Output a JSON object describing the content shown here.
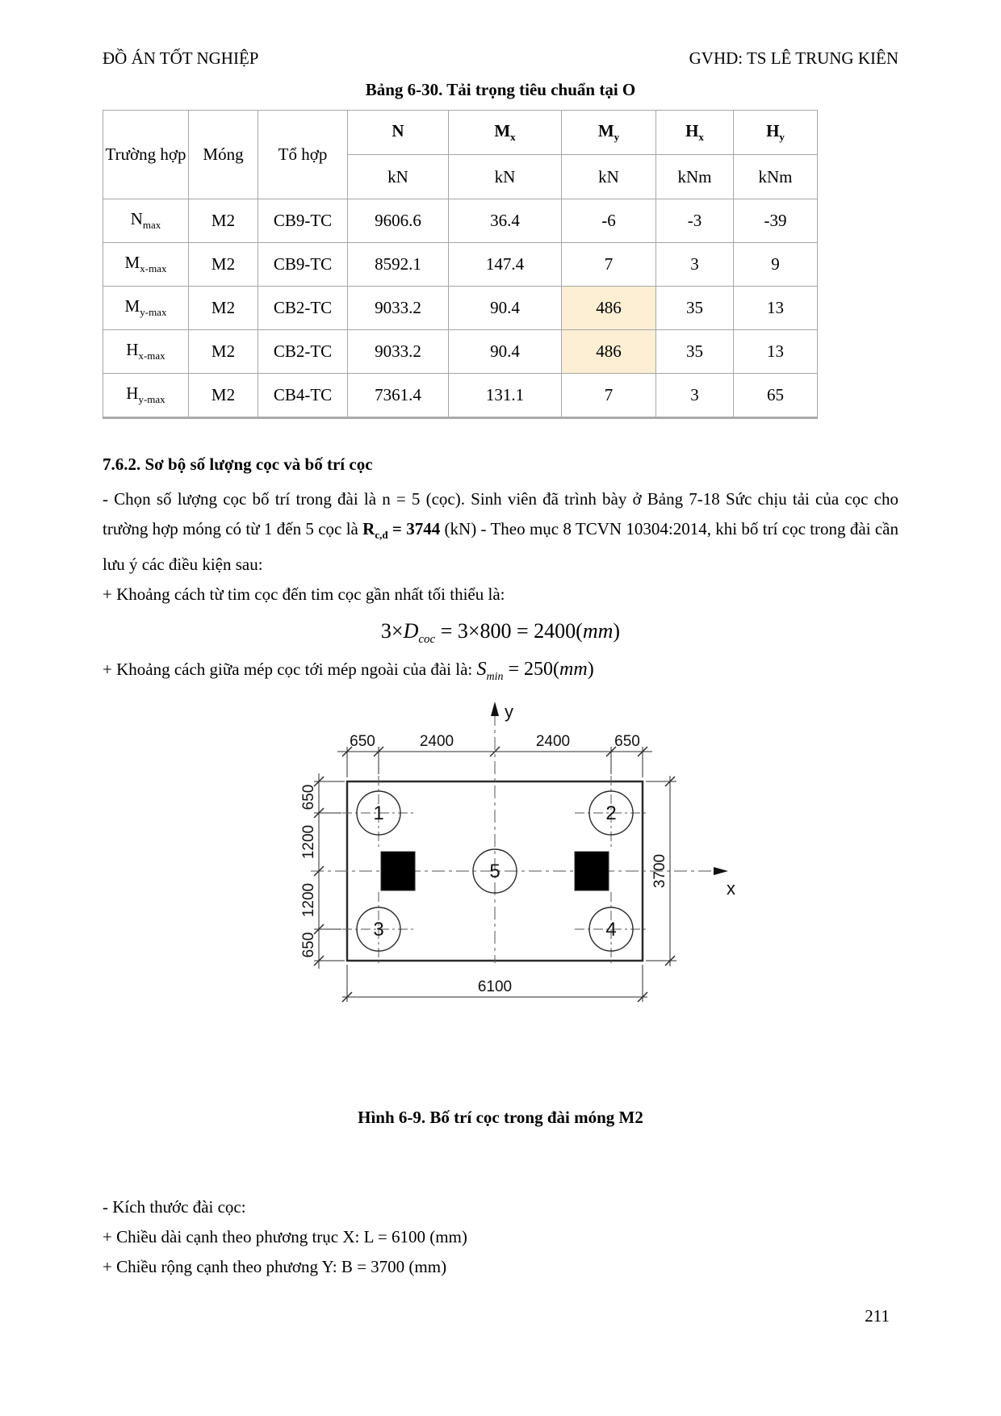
{
  "page": {
    "header_left": "ĐỒ ÁN TỐT NGHIỆP",
    "header_right": "GVHD: TS LÊ TRUNG KIÊN",
    "page_number": "211"
  },
  "table": {
    "title": "Bảng 6-30. Tải trọng tiêu chuẩn tại O",
    "headers": {
      "truong_hop": "Trường hợp",
      "mong": "Móng",
      "to_hop": "Tổ hợp",
      "cols": [
        {
          "main": "N",
          "sub": ""
        },
        {
          "main": "M",
          "sub": "x"
        },
        {
          "main": "M",
          "sub": "y"
        },
        {
          "main": "H",
          "sub": "x"
        },
        {
          "main": "H",
          "sub": "y"
        }
      ],
      "units": [
        "kN",
        "kN",
        "kN",
        "kNm",
        "kNm"
      ]
    },
    "rows": [
      {
        "label": {
          "main": "N",
          "sub": "max"
        },
        "mong": "M2",
        "tohop": "CB9-TC",
        "values": [
          "9606.6",
          "36.4",
          "-6",
          "-3",
          "-39"
        ]
      },
      {
        "label": {
          "main": "M",
          "sub": "x-max"
        },
        "mong": "M2",
        "tohop": "CB9-TC",
        "values": [
          "8592.1",
          "147.4",
          "7",
          "3",
          "9"
        ]
      },
      {
        "label": {
          "main": "M",
          "sub": "y-max"
        },
        "mong": "M2",
        "tohop": "CB2-TC",
        "values": [
          "9033.2",
          "90.4",
          "486",
          "35",
          "13"
        ]
      },
      {
        "label": {
          "main": "H",
          "sub": "x-max"
        },
        "mong": "M2",
        "tohop": "CB2-TC",
        "values": [
          "9033.2",
          "90.4",
          "486",
          "35",
          "13"
        ]
      },
      {
        "label": {
          "main": "H",
          "sub": "y-max"
        },
        "mong": "M2",
        "tohop": "CB4-TC",
        "values": [
          "7361.4",
          "131.1",
          "7",
          "3",
          "65"
        ]
      }
    ],
    "highlight_color": "#fcefd4"
  },
  "section": {
    "heading": "7.6.2. Sơ bộ số lượng cọc và bố trí cọc",
    "p1_a": "- Chọn số lượng cọc bố trí trong đài là n = 5 (cọc). Sinh viên đã trình bày ở Bảng 7-18 Sức chịu tải của cọc cho trường hợp móng có từ 1 đến 5 cọc là ",
    "p1_R": "R",
    "p1_R_sub": "c,đ",
    "p1_R_val": " = 3744 ",
    "p1_b": "(kN) - Theo mục 8 TCVN 10304:2014, khi bố trí cọc trong đài cần lưu ý các điều kiện sau:",
    "p2": "+ Khoảng cách từ tim cọc đến tim cọc gần nhất tối thiểu là:",
    "formula1": {
      "lead": "3×",
      "D": "D",
      "Dsub": "coc",
      "mid": " = 3×800 = 2400(",
      "mm": "mm",
      "close": ")"
    },
    "p3": "+ Khoảng cách giữa mép cọc tới mép ngoài của đài là: ",
    "formula2": {
      "S": "S",
      "Ssub": "min",
      "mid": " = 250(",
      "mm": "mm",
      "close": ")"
    }
  },
  "figure": {
    "caption": "Hình 6-9. Bố trí cọc trong đài móng M2",
    "axis_x": "x",
    "axis_y": "y",
    "dims_top": [
      "650",
      "2400",
      "2400",
      "650"
    ],
    "dims_left": [
      "650",
      "1200",
      "1200",
      "650"
    ],
    "dim_right": "3700",
    "dim_bottom": "6100",
    "piles": [
      "1",
      "2",
      "3",
      "4",
      "5"
    ]
  },
  "notes": {
    "l1": "- Kích thước đài cọc:",
    "l2": "+ Chiều dài cạnh theo phương trục X: L = 6100 (mm)",
    "l3": "+ Chiều rộng cạnh theo phương Y: B = 3700 (mm)"
  }
}
